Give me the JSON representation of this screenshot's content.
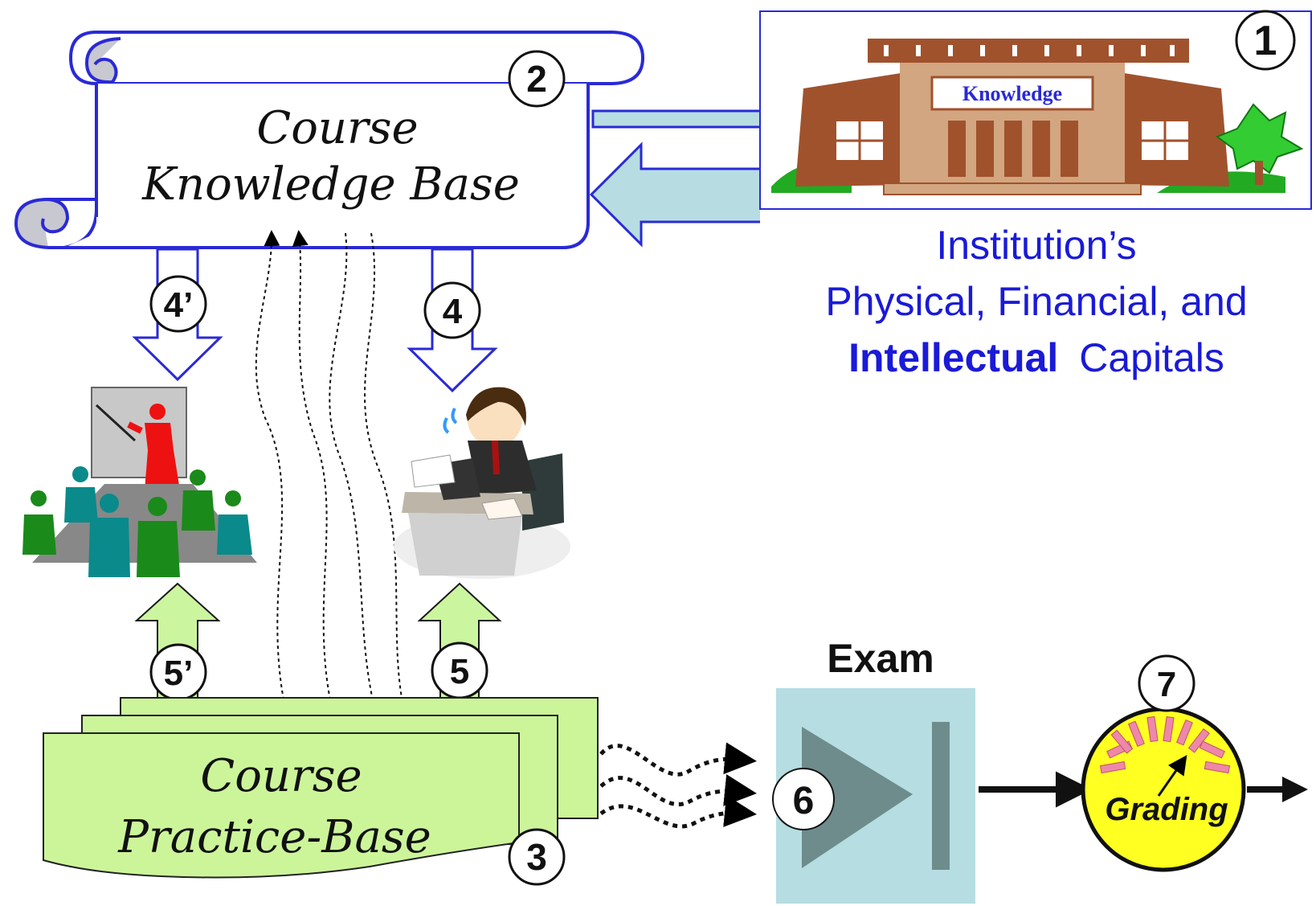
{
  "knowledge_base": {
    "line1": "Course",
    "line2": "Knowledge Base",
    "badge": "2"
  },
  "institution": {
    "badge": "1",
    "sign": "Knowledge",
    "line1": "Institution’s",
    "line2": "Physical, Financial, and",
    "line3_bold": "Intellectual",
    "line3_rest": "Capitals"
  },
  "flows": {
    "to_classroom": "4’",
    "to_student": "4",
    "from_practice_to_classroom": "5’",
    "from_practice_to_student": "5"
  },
  "practice_base": {
    "line1": "Course",
    "line2": "Practice-Base",
    "badge": "3"
  },
  "exam": {
    "title": "Exam",
    "badge": "6"
  },
  "grading": {
    "label": "Grading",
    "badge": "7"
  },
  "colors": {
    "scroll_border": "#2a2ad6",
    "arrow_blue_outline": "#2a2ad6",
    "arrow_cyan_fill": "#b7dde3",
    "arrow_green_fill": "#ccf5a0",
    "practice_fill": "#ccf59a",
    "exam_fill": "#b6dde2",
    "exam_play": "#6e8c8c",
    "grading_fill": "#ffff22",
    "institution_text": "#1a1ad8",
    "building_brown": "#a0522d",
    "building_tan": "#d2a680"
  }
}
